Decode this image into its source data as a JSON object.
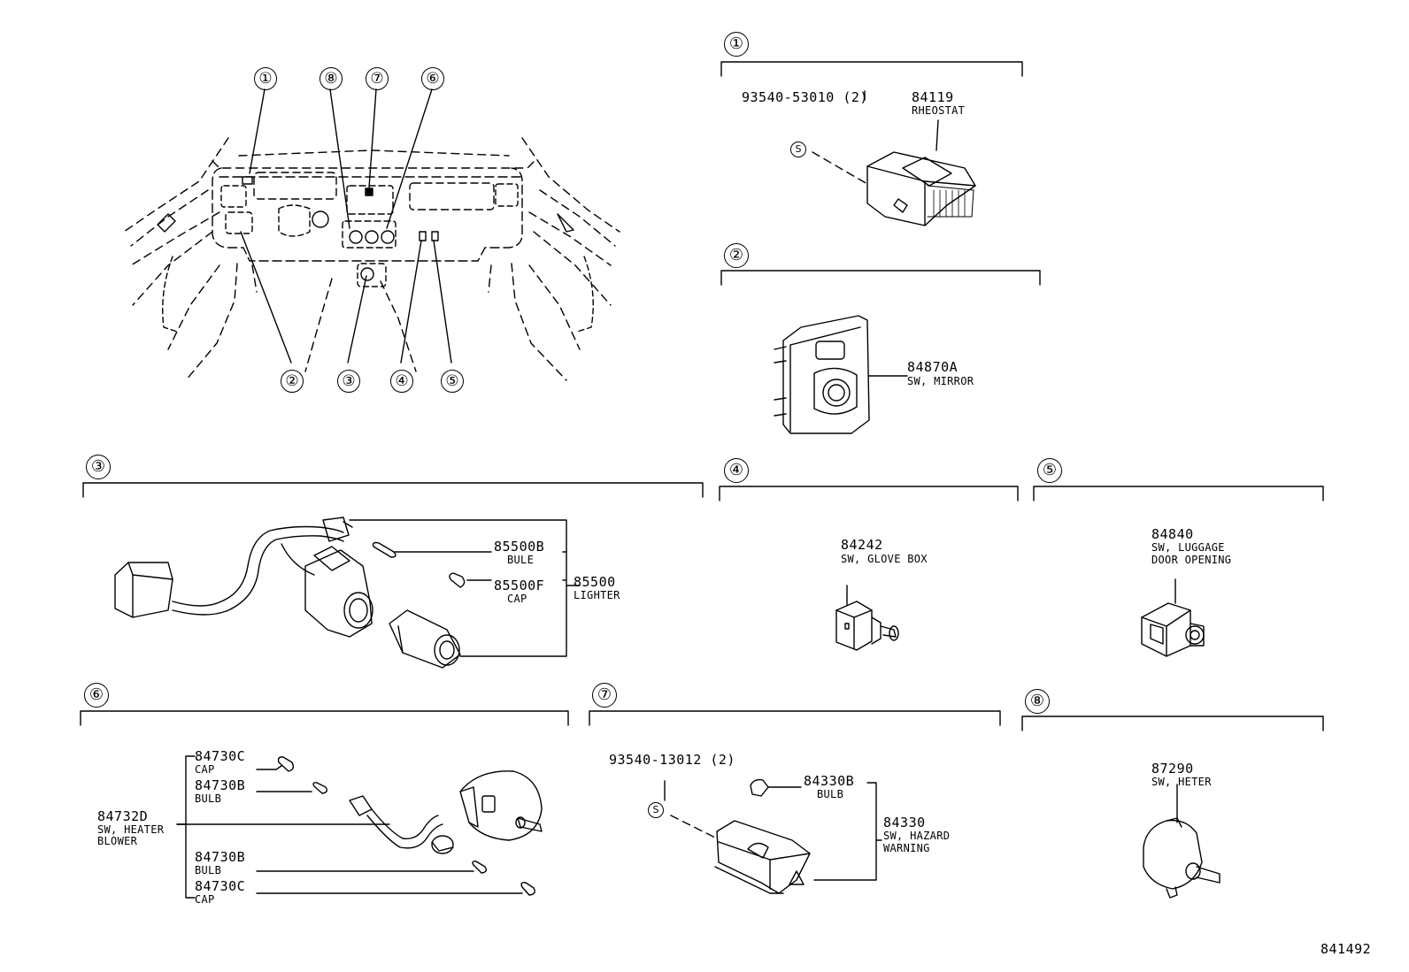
{
  "overview_callouts": [
    "①",
    "⑧",
    "⑦",
    "⑥",
    "②",
    "③",
    "④",
    "⑤"
  ],
  "sections": {
    "s1": {
      "marker": "①",
      "screw_pn": "93540-53010 (2)",
      "screw_mark": "S",
      "part_pn": "84119",
      "part_name": "RHEOSTAT"
    },
    "s2": {
      "marker": "②",
      "part_pn": "84870A",
      "part_name": "SW, MIRROR"
    },
    "s3": {
      "marker": "③",
      "bulb_pn": "85500B",
      "bulb_name": "BULE",
      "cap_pn": "85500F",
      "cap_name": "CAP",
      "assy_pn": "85500",
      "assy_name": "LIGHTER"
    },
    "s4": {
      "marker": "④",
      "part_pn": "84242",
      "part_name": "SW, GLOVE BOX"
    },
    "s5": {
      "marker": "⑤",
      "part_pn": "84840",
      "part_name_1": "SW, LUGGAGE",
      "part_name_2": "DOOR OPENING"
    },
    "s6": {
      "marker": "⑥",
      "cap1_pn": "84730C",
      "cap1_name": "CAP",
      "bulb1_pn": "84730B",
      "bulb1_name": "BULB",
      "assy_pn": "84732D",
      "assy_name_1": "SW, HEATER",
      "assy_name_2": "BLOWER",
      "bulb2_pn": "84730B",
      "bulb2_name": "BULB",
      "cap2_pn": "84730C",
      "cap2_name": "CAP"
    },
    "s7": {
      "marker": "⑦",
      "screw_pn": "93540-13012 (2)",
      "screw_mark": "S",
      "bulb_pn": "84330B",
      "bulb_name": "BULB",
      "assy_pn": "84330",
      "assy_name_1": "SW, HAZARD",
      "assy_name_2": "WARNING"
    },
    "s8": {
      "marker": "⑧",
      "part_pn": "87290",
      "part_name": "SW, HETER"
    }
  },
  "document_number": "841492"
}
